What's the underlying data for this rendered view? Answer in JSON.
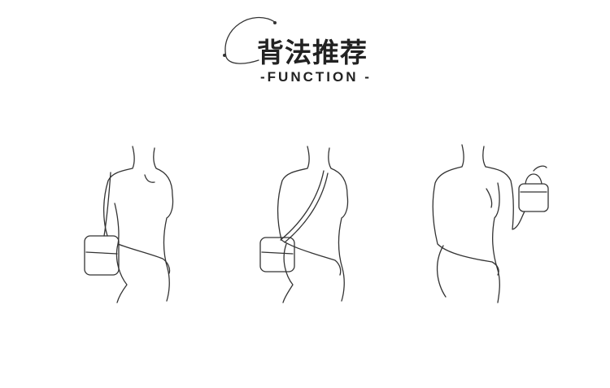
{
  "header": {
    "title": "背法推荐",
    "subtitle": "-FUNCTION -"
  },
  "figures": [
    {
      "icon": "shoulder-carry-illustration"
    },
    {
      "icon": "crossbody-carry-illustration"
    },
    {
      "icon": "handheld-carry-illustration"
    }
  ]
}
